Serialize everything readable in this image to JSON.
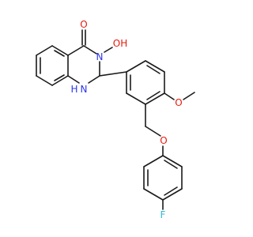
{
  "molecule": {
    "atoms": {
      "carbonyl_o": "O",
      "hydroxyl_oh": "OH",
      "ring_n_hydroxy": "N",
      "ring_nh": "H",
      "ring_nh_n": "N",
      "methoxy_o": "O",
      "ether_o": "O",
      "fluoro_f": "F"
    },
    "colors": {
      "bond": "#1a1a1a",
      "oxygen": "#e8180c",
      "nitrogen": "#2b35e8",
      "fluorine": "#2fb7d6"
    }
  }
}
